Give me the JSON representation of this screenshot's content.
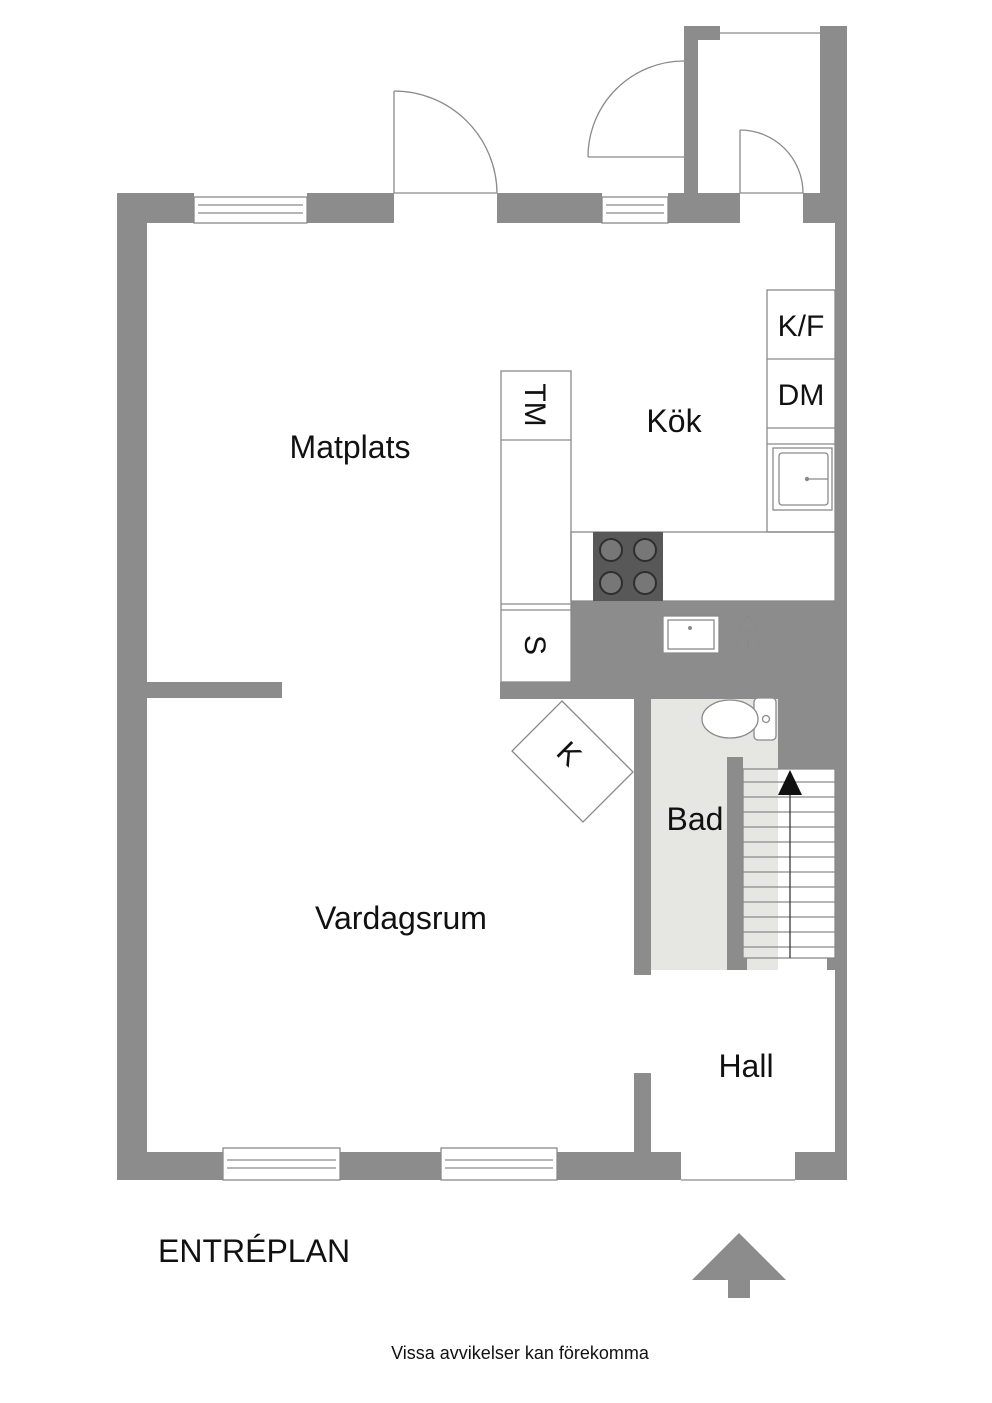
{
  "plan": {
    "rooms": {
      "matplats": "Matplats",
      "kok": "Kök",
      "vardagsrum": "Vardagsrum",
      "bad": "Bad",
      "hall": "Hall"
    },
    "fixtures": {
      "kf": "K/F",
      "dm": "DM",
      "tm": "TM",
      "s": "S",
      "k": "K"
    },
    "title": "ENTRÉPLAN",
    "disclaimer": "Vissa avvikelser kan förekomma"
  },
  "colors": {
    "wall": "#8c8c8c",
    "bathroom_floor": "#e6e6e2",
    "stove": "#585858",
    "line": "#8a8a8a"
  },
  "icons": [
    "north-arrow-icon",
    "stair-arrow-icon",
    "sink-icon",
    "toilet-icon",
    "shower-icon",
    "stove-icon"
  ]
}
